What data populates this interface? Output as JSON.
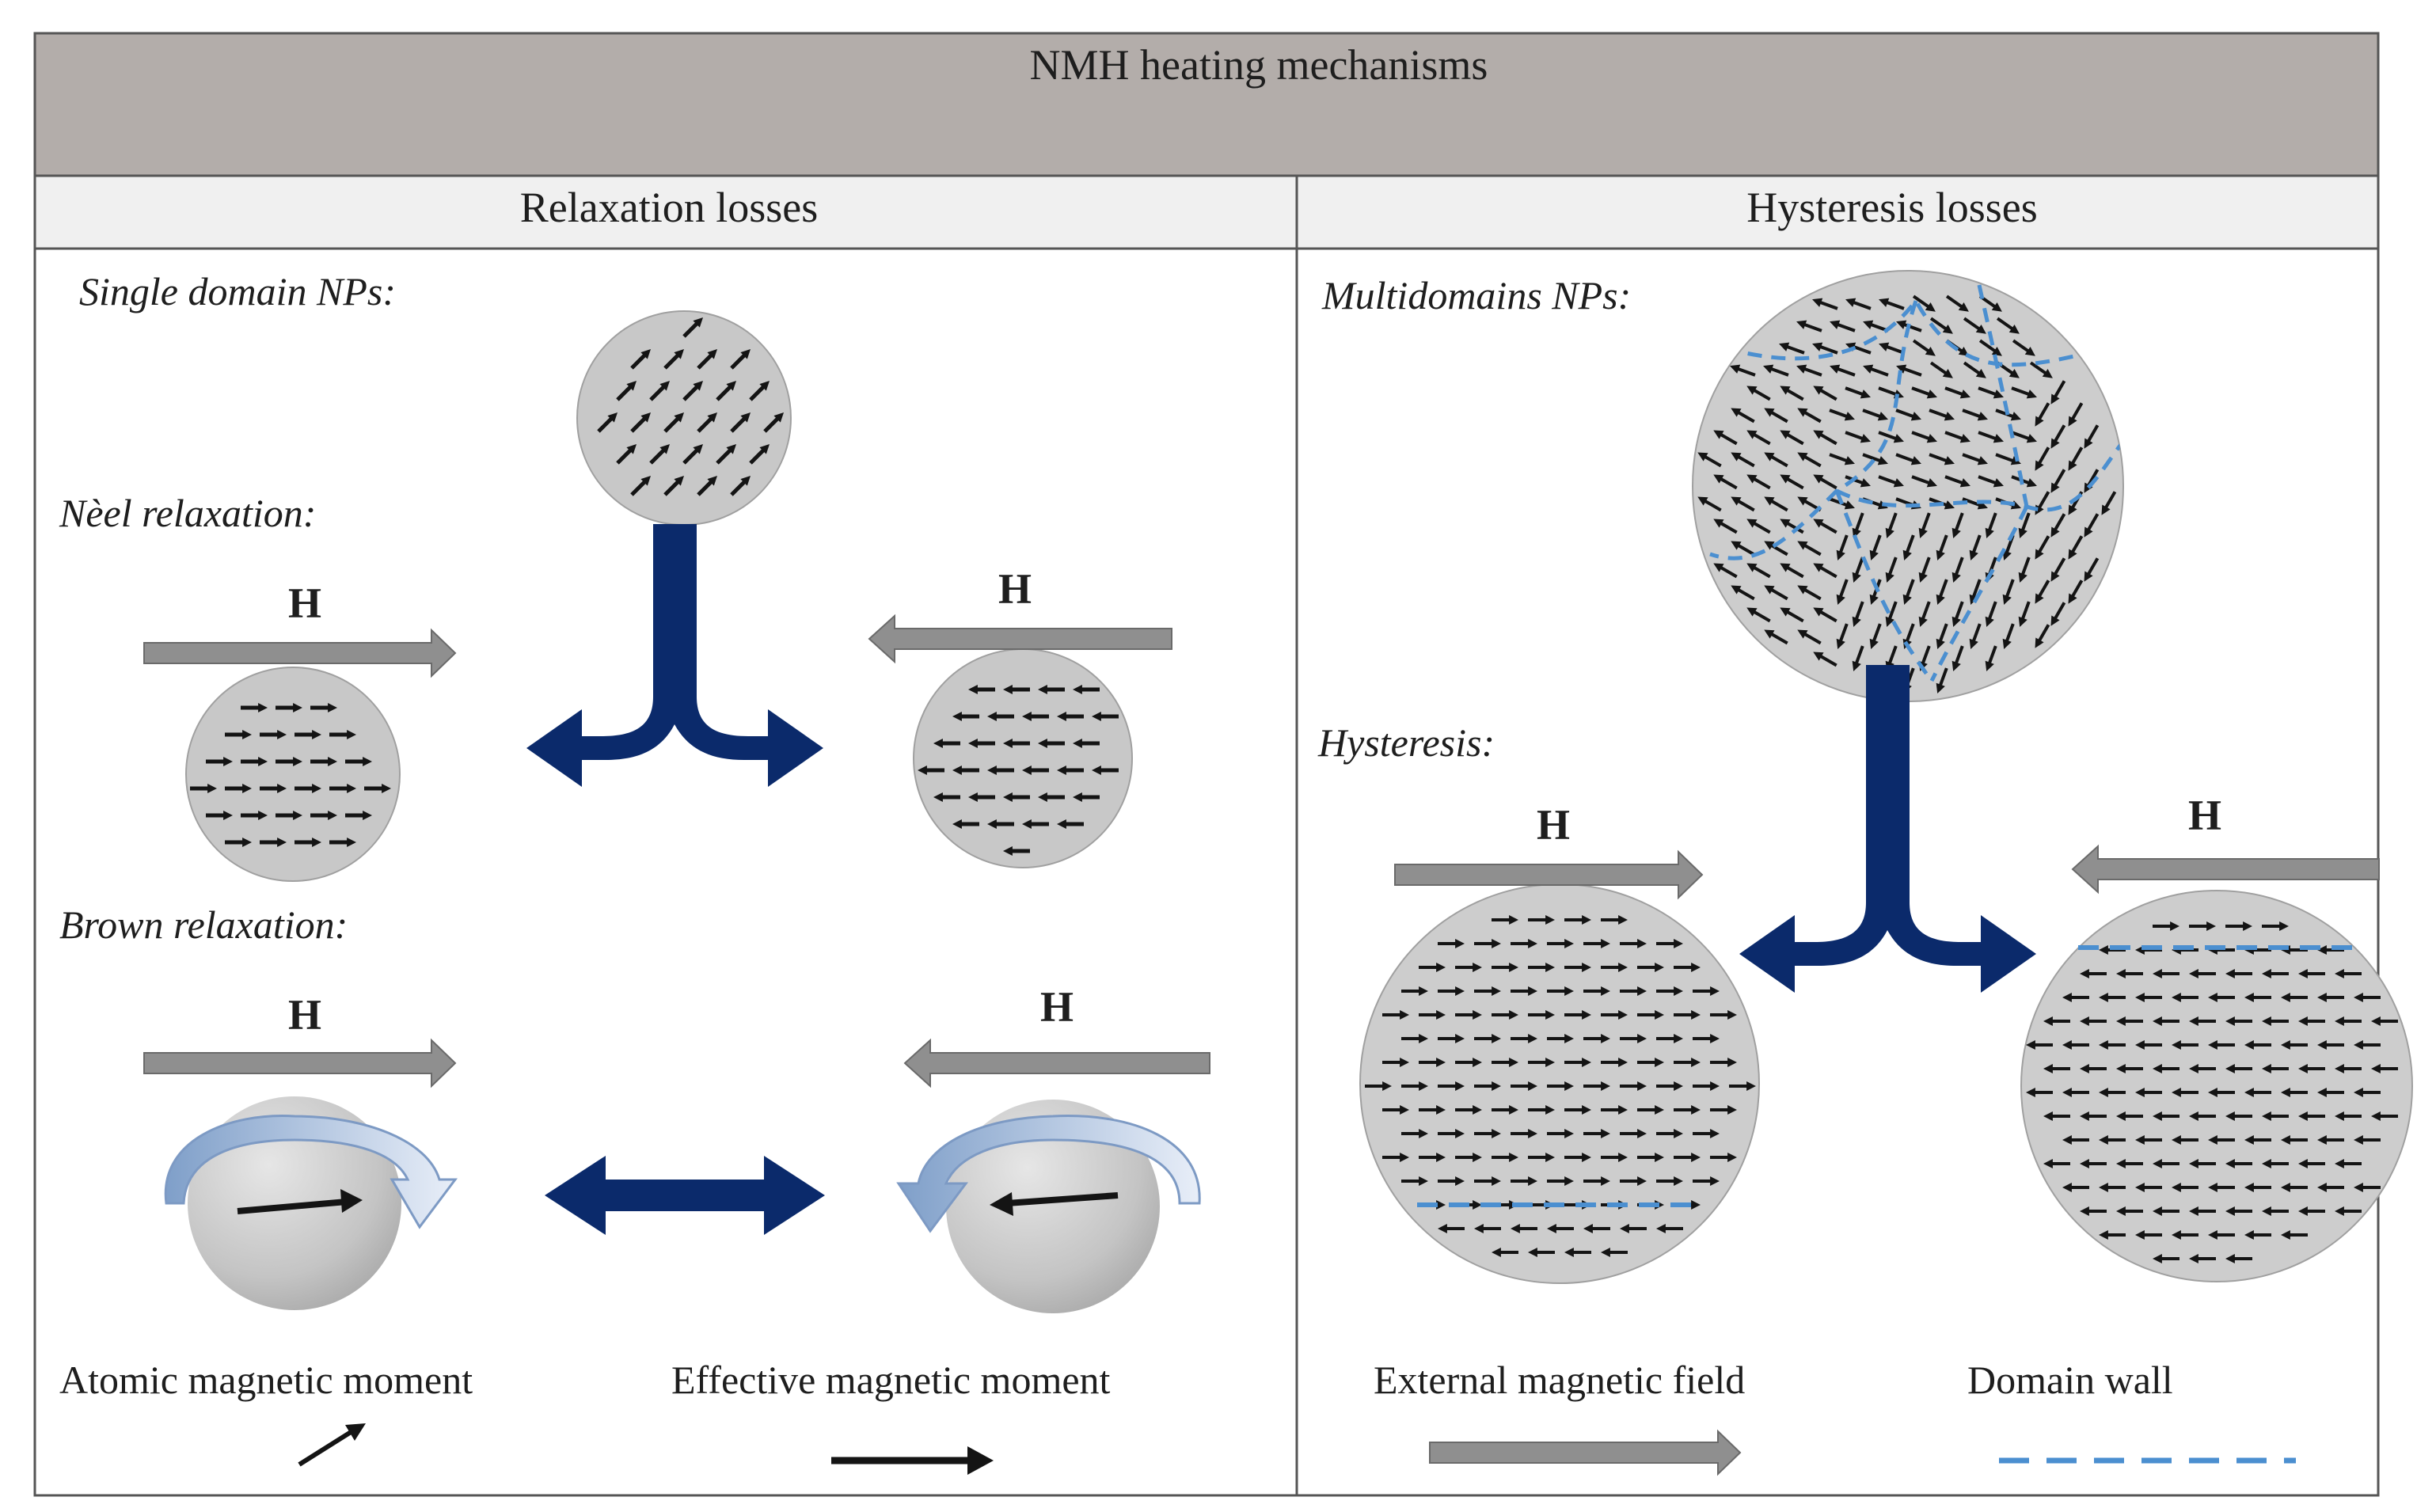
{
  "title": "NMH heating mechanisms",
  "left": {
    "heading": "Relaxation losses",
    "subtitle": "Single domain NPs:",
    "neel_label": "Nèel relaxation:",
    "brown_label": "Brown relaxation:"
  },
  "right": {
    "heading": "Hysteresis losses",
    "subtitle": "Multidomains NPs:",
    "hysteresis_label": "Hysteresis:"
  },
  "field_label": "H",
  "legend": {
    "atomic": "Atomic magnetic moment",
    "effective": "Effective magnetic moment",
    "external": "External magnetic field",
    "domain_wall": "Domain wall"
  },
  "colors": {
    "title_bar": "#b3adaa",
    "section_bar": "#f0f0f0",
    "particle": "#c8c8c8",
    "field_arrow": "#8f8f8f",
    "flow_arrow": "#0b2a6b",
    "domain_wall": "#4b8fd0",
    "moment": "#141414"
  }
}
